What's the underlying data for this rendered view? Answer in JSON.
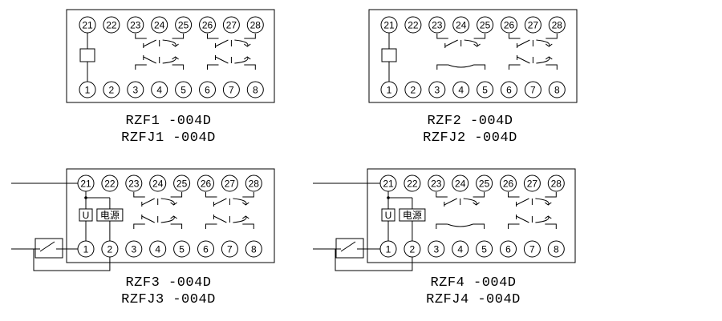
{
  "panels": [
    {
      "id": "p1",
      "model_line1": "RZF1 -004D",
      "model_line2": "RZFJ1 -004D",
      "top_pins": [
        "21",
        "22",
        "23",
        "24",
        "25",
        "26",
        "27",
        "28"
      ],
      "bottom_pins": [
        "1",
        "2",
        "3",
        "4",
        "5",
        "6",
        "7",
        "8"
      ],
      "external_circuit": false,
      "power_label": "",
      "u_label": ""
    },
    {
      "id": "p2",
      "model_line1": "RZF2 -004D",
      "model_line2": "RZFJ2 -004D",
      "top_pins": [
        "21",
        "22",
        "23",
        "24",
        "25",
        "26",
        "27",
        "28"
      ],
      "bottom_pins": [
        "1",
        "2",
        "3",
        "4",
        "5",
        "6",
        "7",
        "8"
      ],
      "external_circuit": false,
      "power_label": "",
      "u_label": ""
    },
    {
      "id": "p3",
      "model_line1": "RZF3 -004D",
      "model_line2": "RZFJ3 -004D",
      "top_pins": [
        "21",
        "22",
        "23",
        "24",
        "25",
        "26",
        "27",
        "28"
      ],
      "bottom_pins": [
        "1",
        "2",
        "3",
        "4",
        "5",
        "6",
        "7",
        "8"
      ],
      "external_circuit": true,
      "power_label": "电源",
      "u_label": "U"
    },
    {
      "id": "p4",
      "model_line1": "RZF4 -004D",
      "model_line2": "RZFJ4 -004D",
      "top_pins": [
        "21",
        "22",
        "23",
        "24",
        "25",
        "26",
        "27",
        "28"
      ],
      "bottom_pins": [
        "1",
        "2",
        "3",
        "4",
        "5",
        "6",
        "7",
        "8"
      ],
      "external_circuit": true,
      "power_label": "电源",
      "u_label": "U"
    }
  ]
}
